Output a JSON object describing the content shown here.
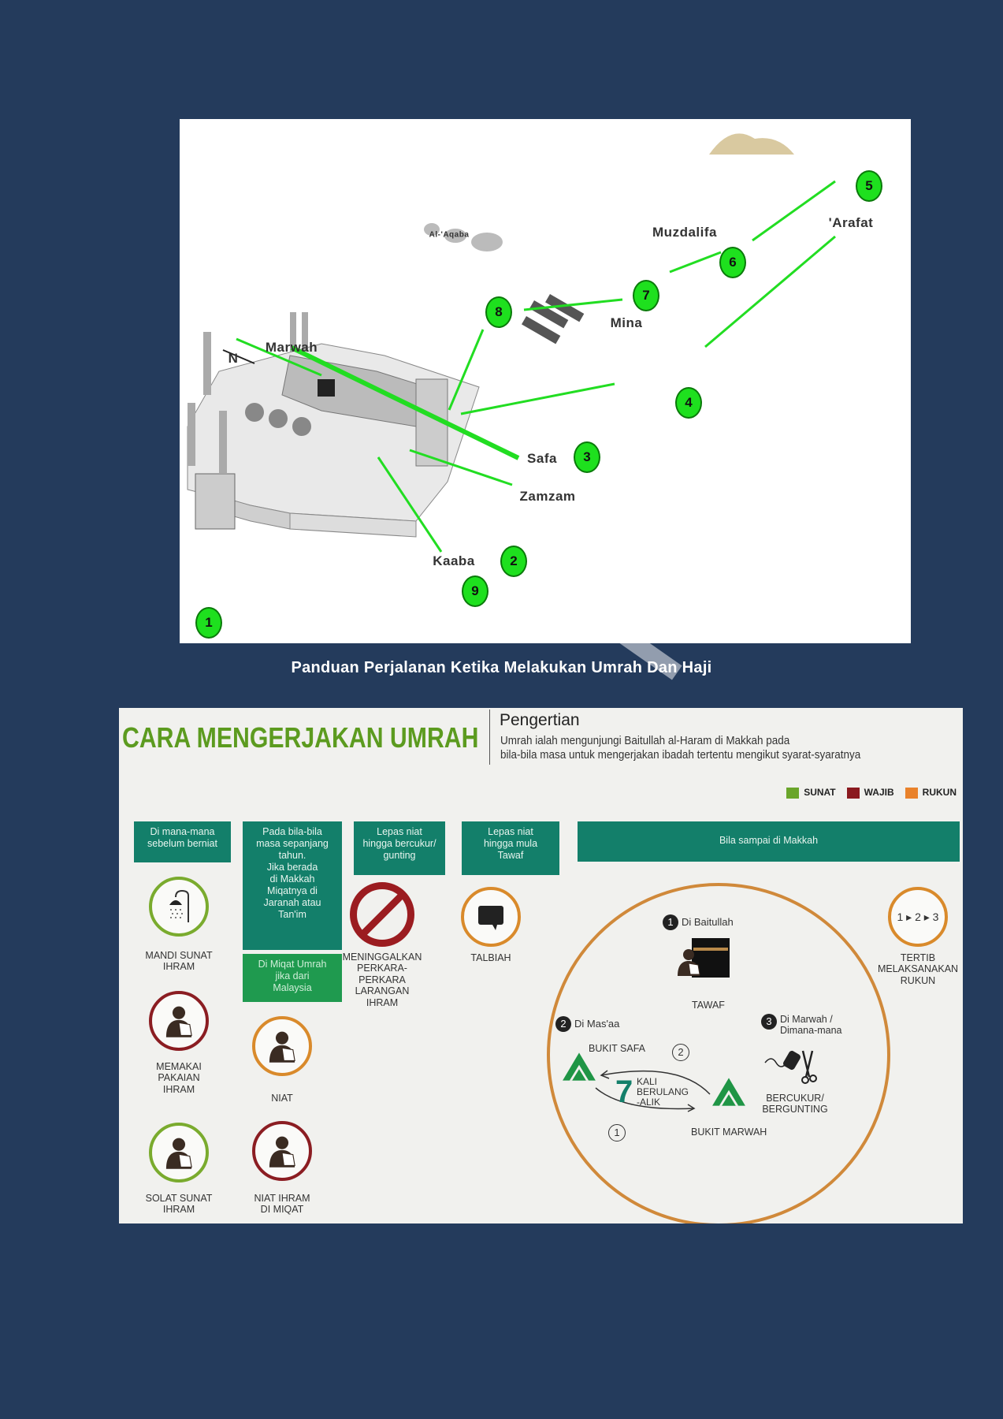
{
  "map": {
    "places": {
      "arafat": "'Arafat",
      "muzdalifa": "Muzdalifa",
      "al_aqaba": "Al-'Aqaba",
      "mina": "Mina",
      "marwah": "Marwah",
      "north": "N",
      "safa": "Safa",
      "zamzam": "Zamzam",
      "kaaba": "Kaaba"
    },
    "steps": [
      "1",
      "2",
      "3",
      "4",
      "5",
      "6",
      "7",
      "8",
      "9"
    ],
    "route_color": "#22dd22"
  },
  "caption": "Panduan Perjalanan Ketika Melakukan Umrah Dan Haji",
  "infographic": {
    "title": "CARA MENGERJAKAN UMRAH",
    "definition_heading": "Pengertian",
    "definition_line1": "Umrah ialah mengunjungi Baitullah al-Haram di Makkah pada",
    "definition_line2": "bila-bila masa untuk mengerjakan ibadah tertentu mengikut syarat-syaratnya",
    "legend": [
      {
        "label": "SUNAT",
        "color": "#6aa52a"
      },
      {
        "label": "WAJIB",
        "color": "#8b1a1f"
      },
      {
        "label": "RUKUN",
        "color": "#e9822b"
      }
    ],
    "headers": {
      "col1": [
        "Di mana-mana",
        "sebelum berniat"
      ],
      "col2": [
        "Pada bila-bila",
        "masa sepanjang",
        "tahun.",
        "Jika berada",
        "di Makkah",
        "Miqatnya di",
        "Jaranah atau",
        "Tan'im"
      ],
      "col2b": [
        "Di Miqat Umrah",
        "jika dari",
        "Malaysia"
      ],
      "col3": [
        "Lepas niat",
        "hingga bercukur/",
        "gunting"
      ],
      "col4": [
        "Lepas niat",
        "hingga mula",
        "Tawaf"
      ],
      "col5": "Bila sampai di Makkah"
    },
    "items": {
      "mandi": [
        "MANDI SUNAT",
        "IHRAM"
      ],
      "memakai": [
        "MEMAKAI",
        "PAKAIAN",
        "IHRAM"
      ],
      "solat": [
        "SOLAT  SUNAT",
        "IHRAM"
      ],
      "niat": "NIAT",
      "niat_ihram": [
        "NIAT IHRAM",
        "DI MIQAT"
      ],
      "larangan": [
        "MENINGGALKAN",
        "PERKARA-",
        "PERKARA",
        "LARANGAN",
        "IHRAM"
      ],
      "talbiah": "TALBIAH",
      "tertib": [
        "TERTIB",
        "MELAKSANAKAN",
        "RUKUN"
      ],
      "tertib_icon": "1 ▸ 2 ▸ 3"
    },
    "rukun": {
      "step1_num": "1",
      "step1": "Di Baitullah",
      "tawaf": "TAWAF",
      "step2_num": "2",
      "step2": "Di Mas'aa",
      "bukit_safa": "BUKIT SAFA",
      "bukit_marwah": "BUKIT MARWAH",
      "seven": "7",
      "kali": [
        "KALI",
        "BERULANG",
        "-ALIK"
      ],
      "arrow1": "1",
      "arrow2": "2",
      "step3_num": "3",
      "step3": [
        "Di Marwah /",
        "Dimana-mana"
      ],
      "cukur": [
        "BERCUKUR/",
        "BERGUNTING"
      ]
    }
  }
}
